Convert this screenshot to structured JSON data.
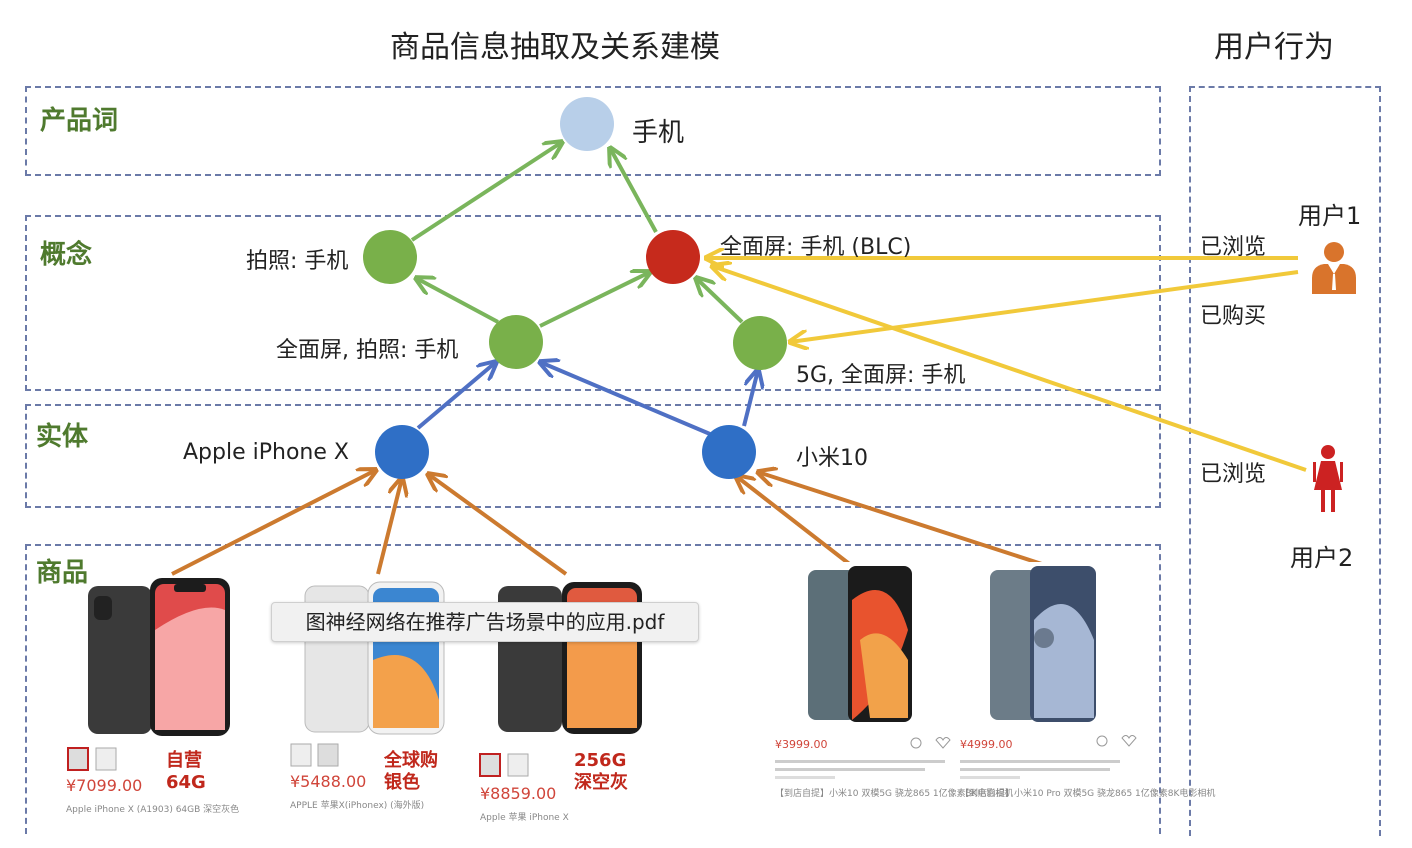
{
  "titles": {
    "left": "商品信息抽取及关系建模",
    "right": "用户行为"
  },
  "layers": {
    "product_word": "产品词",
    "concept": "概念",
    "entity": "实体",
    "goods": "商品"
  },
  "nodes": {
    "phone": "手机",
    "photo_phone": "拍照: 手机",
    "fullscreen_phone": "全面屏: 手机 (BLC)",
    "fullscreen_photo_phone": "全面屏, 拍照: 手机",
    "5g_fullscreen_phone": "5G, 全面屏: 手机",
    "iphone_x": "Apple iPhone X",
    "xiaomi10": "小米10"
  },
  "colors": {
    "product_word_node": "#b8cfe9",
    "concept_node": "#79b04a",
    "blc_node": "#c62a1c",
    "entity_node": "#2f6fc6",
    "green_arrow": "#7ab55c",
    "blue_arrow": "#4f70c4",
    "orange_arrow": "#cc7a2f",
    "yellow_arrow": "#f1c93a",
    "layer_label": "#4f7a2e"
  },
  "users": {
    "user1": "用户1",
    "user2": "用户2",
    "user1_icon": "businessman-icon",
    "user2_icon": "woman-icon"
  },
  "actions": {
    "browsed_1": "已浏览",
    "bought_1": "已购买",
    "browsed_2": "已浏览"
  },
  "goods": [
    {
      "tag": "自营\n64G",
      "price": "¥7099.00",
      "desc": "Apple iPhone X (A1903) 64GB 深空灰色"
    },
    {
      "tag": "全球购\n银色",
      "price": "¥5488.00",
      "desc": "APPLE 苹果X(iPhonex) (海外版)"
    },
    {
      "tag": "256G\n深空灰",
      "price": "¥8859.00",
      "desc": "Apple 苹果 iPhone X"
    },
    {
      "price": "¥3999.00",
      "desc": "【到店自提】小米10 双模5G 骁龙865 1亿像素8K电影相机"
    },
    {
      "price": "¥4999.00",
      "desc": "【到店自提】小米10 Pro 双模5G 骁龙865 1亿像素8K电影相机"
    }
  ],
  "tooltip": "图神经网络在推荐广告场景中的应用.pdf"
}
